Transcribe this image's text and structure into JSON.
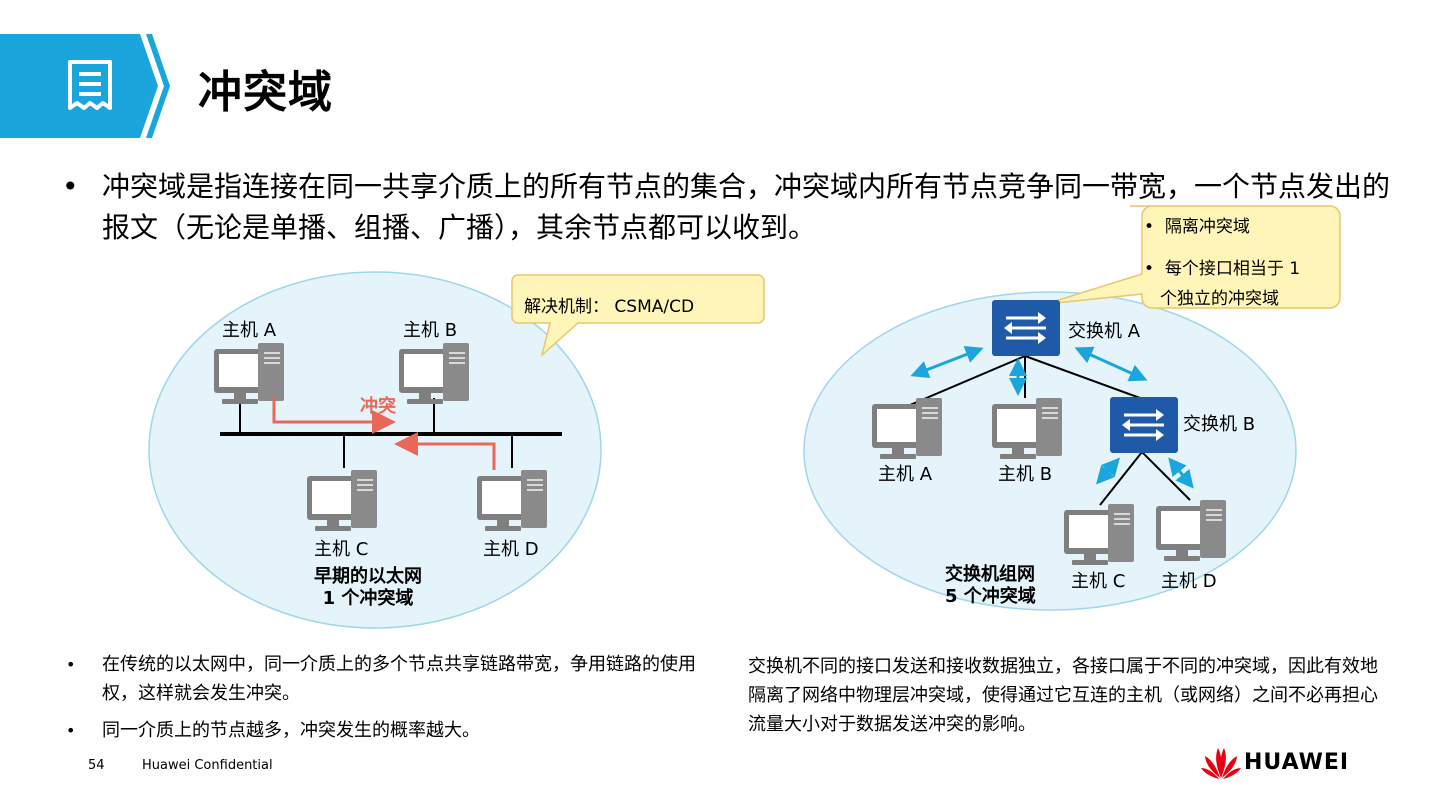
{
  "title": "冲突域",
  "main_bullet": "冲突域是指连接在同一共享介质上的所有节点的集合，冲突域内所有节点竞争同一带宽，一个节点发出的报文（无论是单播、组播、广播），其余节点都可以收到。",
  "left_diagram": {
    "callout": "解决机制： CSMA/CD",
    "host_a": "主机 A",
    "host_b": "主机 B",
    "host_c": "主机 C",
    "host_d": "主机 D",
    "collision_label": "冲突",
    "caption_line1": "早期的以太网",
    "caption_line2": "1 个冲突域",
    "collision_color": "#e8685a"
  },
  "right_diagram": {
    "callout_items": [
      "隔离冲突域",
      "每个接口相当于 1 个独立的冲突域"
    ],
    "callout_line1": "每个接口相当于 1",
    "callout_line2": "个独立的冲突域",
    "switch_a": "交换机 A",
    "switch_b": "交换机 B",
    "host_a": "主机 A",
    "host_b": "主机 B",
    "host_c": "主机 C",
    "host_d": "主机 D",
    "caption_line1": "交换机组网",
    "caption_line2": "5 个冲突域",
    "switch_color": "#1e5aa8",
    "arrow_color": "#1aa5dc"
  },
  "bottom_left": [
    "在传统的以太网中，同一介质上的多个节点共享链路带宽，争用链路的使用权，这样就会发生冲突。",
    "同一介质上的节点越多，冲突发生的概率越大。"
  ],
  "bottom_right": "交换机不同的接口发送和接收数据独立，各接口属于不同的冲突域，因此有效地隔离了网络中物理层冲突域，使得通过它互连的主机（或网络）之间不必再担心流量大小对于数据发送冲突的影响。",
  "footer": {
    "page_number": "54",
    "confidential": "Huawei Confidential",
    "logo_text": "HUAWEI"
  },
  "colors": {
    "header_blue": "#1aa5dc",
    "ellipse_fill": "#e4f4fa",
    "callout_fill": "#fff5b8",
    "callout_border": "#e9c66a"
  }
}
